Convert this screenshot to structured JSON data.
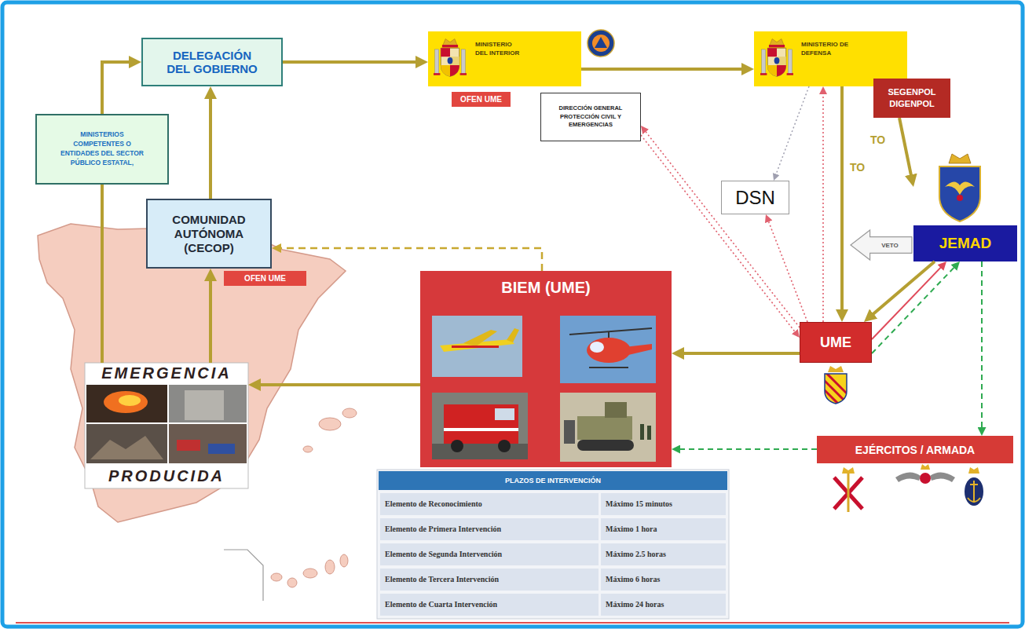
{
  "diagram": {
    "nodes": [
      {
        "text": [
          "DELEGACIÓN DEL GOBIERNO"
        ]
      },
      {
        "text": [
          "MINISTERIO DEL INTERIOR"
        ]
      },
      {
        "text": [
          "OFEN UME"
        ]
      },
      {
        "text": [
          "DIRECCIÓN GENERAL PROTECCIÓN CIVIL Y EMERGENCIAS"
        ]
      },
      {
        "text": [
          "MINISTERIO DE DEFENSA"
        ]
      },
      {
        "text": [
          "SEGENPOL DIGENPOL"
        ]
      },
      {
        "text": [
          "MINISTERIOS COMPETENTES O ENTIDADES DEL SECTOR PÚBLICO ESTATAL,"
        ]
      },
      {
        "text": [
          "DSN"
        ]
      },
      {
        "text": [
          "COMUNIDAD AUTÓNOMA (CECOP)"
        ]
      },
      {
        "text": [
          "OFEN UME"
        ]
      },
      {
        "text": [
          "VETO"
        ]
      },
      {
        "text": [
          "JEMAD"
        ]
      },
      {
        "text": [
          "BIEM (UME)"
        ]
      },
      {
        "text": [
          "UME"
        ]
      },
      {
        "text": [
          "EMERGENCIA",
          "PRODUCIDA"
        ]
      },
      {
        "text": [
          "EJÉRCITOS / ARMADA"
        ]
      }
    ],
    "edges": [
      {
        "from": 14,
        "to": 6,
        "arrow": "none"
      },
      {
        "from": 6,
        "to": 0,
        "arrow": "to"
      },
      {
        "from": 14,
        "to": 8,
        "arrow": "to"
      },
      {
        "from": 8,
        "to": 0,
        "arrow": "to"
      },
      {
        "from": 0,
        "to": 1,
        "arrow": "to"
      },
      {
        "from": 1,
        "to": 4,
        "arrow": "to"
      },
      {
        "from": 4,
        "to": 7,
        "arrow": "to"
      },
      {
        "from": 4,
        "to": 13,
        "label": "TO",
        "arrow": "to"
      },
      {
        "from": 5,
        "to": 11,
        "label": "TO",
        "arrow": "to"
      },
      {
        "from": 11,
        "to": 13,
        "arrow": "to"
      },
      {
        "from": 13,
        "to": 11,
        "arrow": "to"
      },
      {
        "from": 13,
        "to": 11,
        "arrow": "to"
      },
      {
        "from": 11,
        "to": 15,
        "arrow": "to"
      },
      {
        "from": 15,
        "to": 12,
        "arrow": "to"
      },
      {
        "from": 13,
        "to": 12,
        "arrow": "to"
      },
      {
        "from": 12,
        "to": 14,
        "arrow": "to"
      },
      {
        "from": 12,
        "to": 8,
        "arrow": "to"
      },
      {
        "from": 13,
        "to": 3,
        "arrow": "to"
      },
      {
        "from": 3,
        "to": 13,
        "arrow": "to"
      },
      {
        "from": 13,
        "to": 7,
        "arrow": "to"
      },
      {
        "from": 13,
        "to": 4,
        "arrow": "to"
      }
    ],
    "labels": [
      "PLAZOS DE INTERVENCIÓN",
      "Elemento de Reconocimiento",
      "Máximo 15 minutos",
      "Elemento de Primera Intervención",
      "Máximo 1 hora",
      "Elemento de Segunda Intervención",
      "Máximo 2.5 horas",
      "Elemento de Tercera Intervención",
      "Máximo 6 horas",
      "Elemento de Cuarta Intervención",
      "Máximo 24 horas"
    ]
  }
}
